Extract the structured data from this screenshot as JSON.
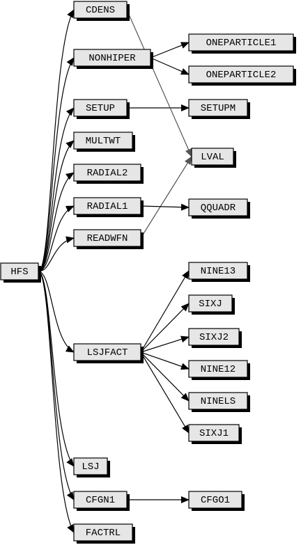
{
  "diagram": {
    "type": "call-graph",
    "colors": {
      "node_fill": "#e6e6e6",
      "edge": "#000000",
      "edge_gray": "#555555"
    },
    "nodes": [
      {
        "id": "HFS",
        "label": "HFS"
      },
      {
        "id": "CDENS",
        "label": "CDENS"
      },
      {
        "id": "NONHIPER",
        "label": "NONHIPER"
      },
      {
        "id": "SETUP",
        "label": "SETUP"
      },
      {
        "id": "MULTWT",
        "label": "MULTWT"
      },
      {
        "id": "RADIAL2",
        "label": "RADIAL2"
      },
      {
        "id": "RADIAL1",
        "label": "RADIAL1"
      },
      {
        "id": "READWFN",
        "label": "READWFN"
      },
      {
        "id": "LSJFACT",
        "label": "LSJFACT"
      },
      {
        "id": "LSJ",
        "label": "LSJ"
      },
      {
        "id": "CFGN1",
        "label": "CFGN1"
      },
      {
        "id": "FACTRL",
        "label": "FACTRL"
      },
      {
        "id": "ONEPARTICLE1",
        "label": "ONEPARTICLE1"
      },
      {
        "id": "ONEPARTICLE2",
        "label": "ONEPARTICLE2"
      },
      {
        "id": "SETUPM",
        "label": "SETUPM"
      },
      {
        "id": "LVAL",
        "label": "LVAL"
      },
      {
        "id": "QQUADR",
        "label": "QQUADR"
      },
      {
        "id": "NINE13",
        "label": "NINE13"
      },
      {
        "id": "SIXJ",
        "label": "SIXJ"
      },
      {
        "id": "SIXJ2",
        "label": "SIXJ2"
      },
      {
        "id": "NINE12",
        "label": "NINE12"
      },
      {
        "id": "NINELS",
        "label": "NINELS"
      },
      {
        "id": "SIXJ1",
        "label": "SIXJ1"
      },
      {
        "id": "CFGO1",
        "label": "CFGO1"
      }
    ],
    "edges": [
      {
        "from": "HFS",
        "to": "CDENS",
        "gray": false
      },
      {
        "from": "HFS",
        "to": "NONHIPER",
        "gray": false
      },
      {
        "from": "HFS",
        "to": "SETUP",
        "gray": false
      },
      {
        "from": "HFS",
        "to": "MULTWT",
        "gray": false
      },
      {
        "from": "HFS",
        "to": "RADIAL2",
        "gray": false
      },
      {
        "from": "HFS",
        "to": "RADIAL1",
        "gray": false
      },
      {
        "from": "HFS",
        "to": "READWFN",
        "gray": false
      },
      {
        "from": "HFS",
        "to": "LSJFACT",
        "gray": false
      },
      {
        "from": "HFS",
        "to": "LSJ",
        "gray": false
      },
      {
        "from": "HFS",
        "to": "CFGN1",
        "gray": false
      },
      {
        "from": "HFS",
        "to": "FACTRL",
        "gray": false
      },
      {
        "from": "NONHIPER",
        "to": "ONEPARTICLE1",
        "gray": false
      },
      {
        "from": "NONHIPER",
        "to": "ONEPARTICLE2",
        "gray": false
      },
      {
        "from": "SETUP",
        "to": "SETUPM",
        "gray": false
      },
      {
        "from": "CDENS",
        "to": "LVAL",
        "gray": true
      },
      {
        "from": "READWFN",
        "to": "LVAL",
        "gray": true
      },
      {
        "from": "RADIAL1",
        "to": "QQUADR",
        "gray": false
      },
      {
        "from": "LSJFACT",
        "to": "NINE13",
        "gray": false
      },
      {
        "from": "LSJFACT",
        "to": "SIXJ",
        "gray": false
      },
      {
        "from": "LSJFACT",
        "to": "SIXJ2",
        "gray": false
      },
      {
        "from": "LSJFACT",
        "to": "NINE12",
        "gray": false
      },
      {
        "from": "LSJFACT",
        "to": "NINELS",
        "gray": false
      },
      {
        "from": "LSJFACT",
        "to": "SIXJ1",
        "gray": false
      },
      {
        "from": "CFGN1",
        "to": "CFGO1",
        "gray": false
      }
    ]
  }
}
